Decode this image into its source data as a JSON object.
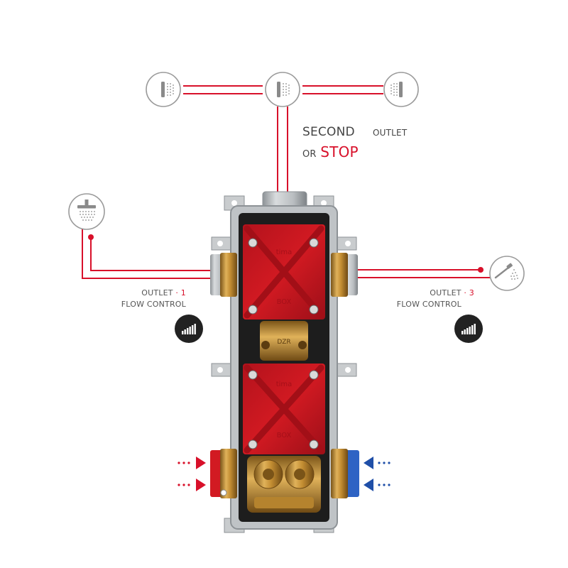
{
  "diagram": {
    "top_label": {
      "second": "SECOND",
      "outlet": "OUTLET",
      "or": "OR",
      "stop": "STOP"
    },
    "left_label": {
      "outlet": "OUTLET",
      "separator": "·",
      "number": "1",
      "flow_control": "FLOW CONTROL"
    },
    "right_label": {
      "outlet": "OUTLET",
      "separator": "·",
      "number": "3",
      "flow_control": "FLOW CONTROL"
    },
    "box_brand": "tima",
    "box_text": "BOX",
    "valve_marking": "DZR",
    "icons": {
      "top_left": "side-jet-shower-icon",
      "top_center": "side-jet-shower-icon",
      "top_right": "side-jet-shower-icon",
      "left": "overhead-rain-shower-icon",
      "right": "hand-shower-icon",
      "flow_left": "flow-control-bars-icon",
      "flow_right": "flow-control-bars-icon",
      "hot_inlets": "hot-inlet-arrow-icon",
      "cold_inlets": "cold-inlet-arrow-icon"
    },
    "colors": {
      "pipe": "#d8102a",
      "hot": "#d8102a",
      "cold": "#1f4fa8",
      "icon_gray": "#9a9a9a",
      "flow_badge": "#222222"
    }
  }
}
